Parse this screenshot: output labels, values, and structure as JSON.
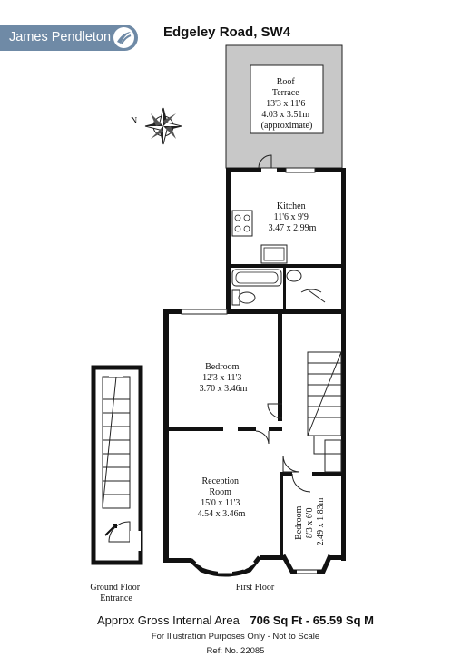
{
  "brand": {
    "name": "James Pendleton"
  },
  "property": {
    "title": "Edgeley Road, SW4"
  },
  "compass": {
    "label": "N"
  },
  "rooms": {
    "roof_terrace": [
      "Roof",
      "Terrace",
      "13'3 x 11'6",
      "4.03 x 3.51m",
      "(approximate)"
    ],
    "kitchen": [
      "Kitchen",
      "11'6 x 9'9",
      "3.47 x 2.99m"
    ],
    "bedroom_main": [
      "Bedroom",
      "12'3 x 11'3",
      "3.70 x 3.46m"
    ],
    "reception": [
      "Reception",
      "Room",
      "15'0 x 11'3",
      "4.54 x 3.46m"
    ],
    "bedroom_small": [
      "Bedroom",
      "8'3 x 6'0",
      "2.49 x 1.83m"
    ]
  },
  "floors": {
    "ground": [
      "Ground Floor",
      "Entrance"
    ],
    "first": "First Floor"
  },
  "footer": {
    "area_label": "Approx Gross Internal Area",
    "area_value": "706 Sq Ft - 65.59 Sq M",
    "disclaimer": "For Illustration Purposes Only - Not to Scale",
    "reference": "Ref: No. 22085"
  }
}
